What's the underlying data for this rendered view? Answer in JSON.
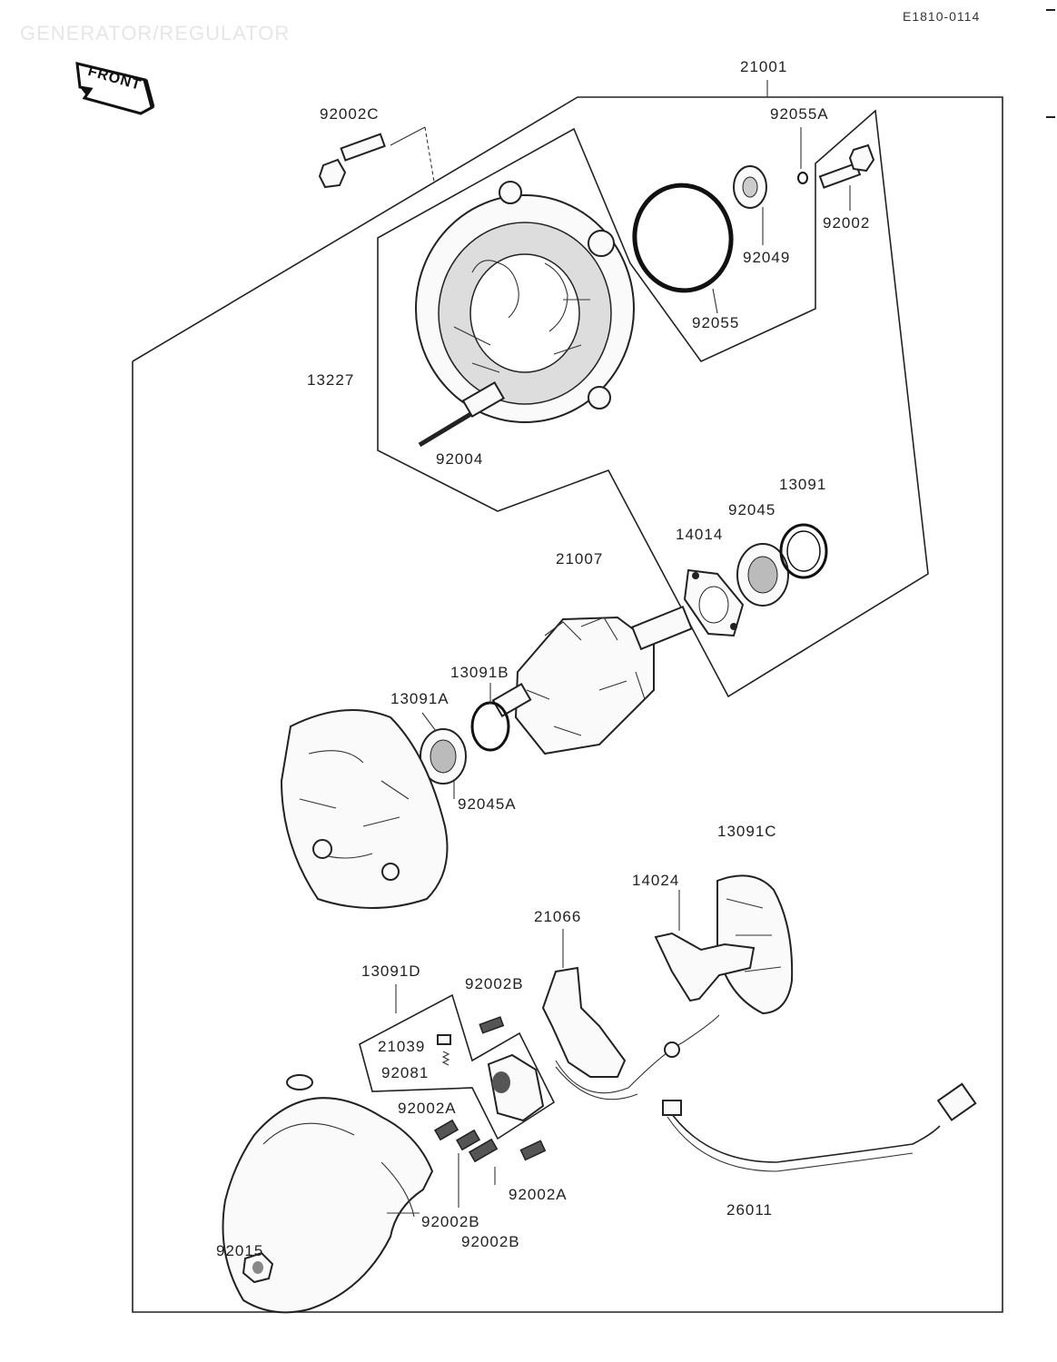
{
  "header": {
    "section_title": "GENERATOR/REGULATOR",
    "figure_code": "E1810-0114",
    "front_label": "FRONT"
  },
  "parts": {
    "p21001": "21001",
    "p92002C": "92002C",
    "p92055A": "92055A",
    "p92002_top": "92002",
    "p92049": "92049",
    "p92055": "92055",
    "p13227": "13227",
    "p92004": "92004",
    "p13091": "13091",
    "p92045": "92045",
    "p14014": "14014",
    "p21007": "21007",
    "p13091B": "13091B",
    "p13091A": "13091A",
    "p92045A": "92045A",
    "p13091C": "13091C",
    "p14024": "14024",
    "p21066": "21066",
    "p13091D": "13091D",
    "p92002B_a": "92002B",
    "p21039": "21039",
    "p92081": "92081",
    "p92002A_a": "92002A",
    "p92002B_b": "92002B",
    "p92002A_b": "92002A",
    "p92002B_c": "92002B",
    "p26011": "26011",
    "p92015": "92015"
  }
}
